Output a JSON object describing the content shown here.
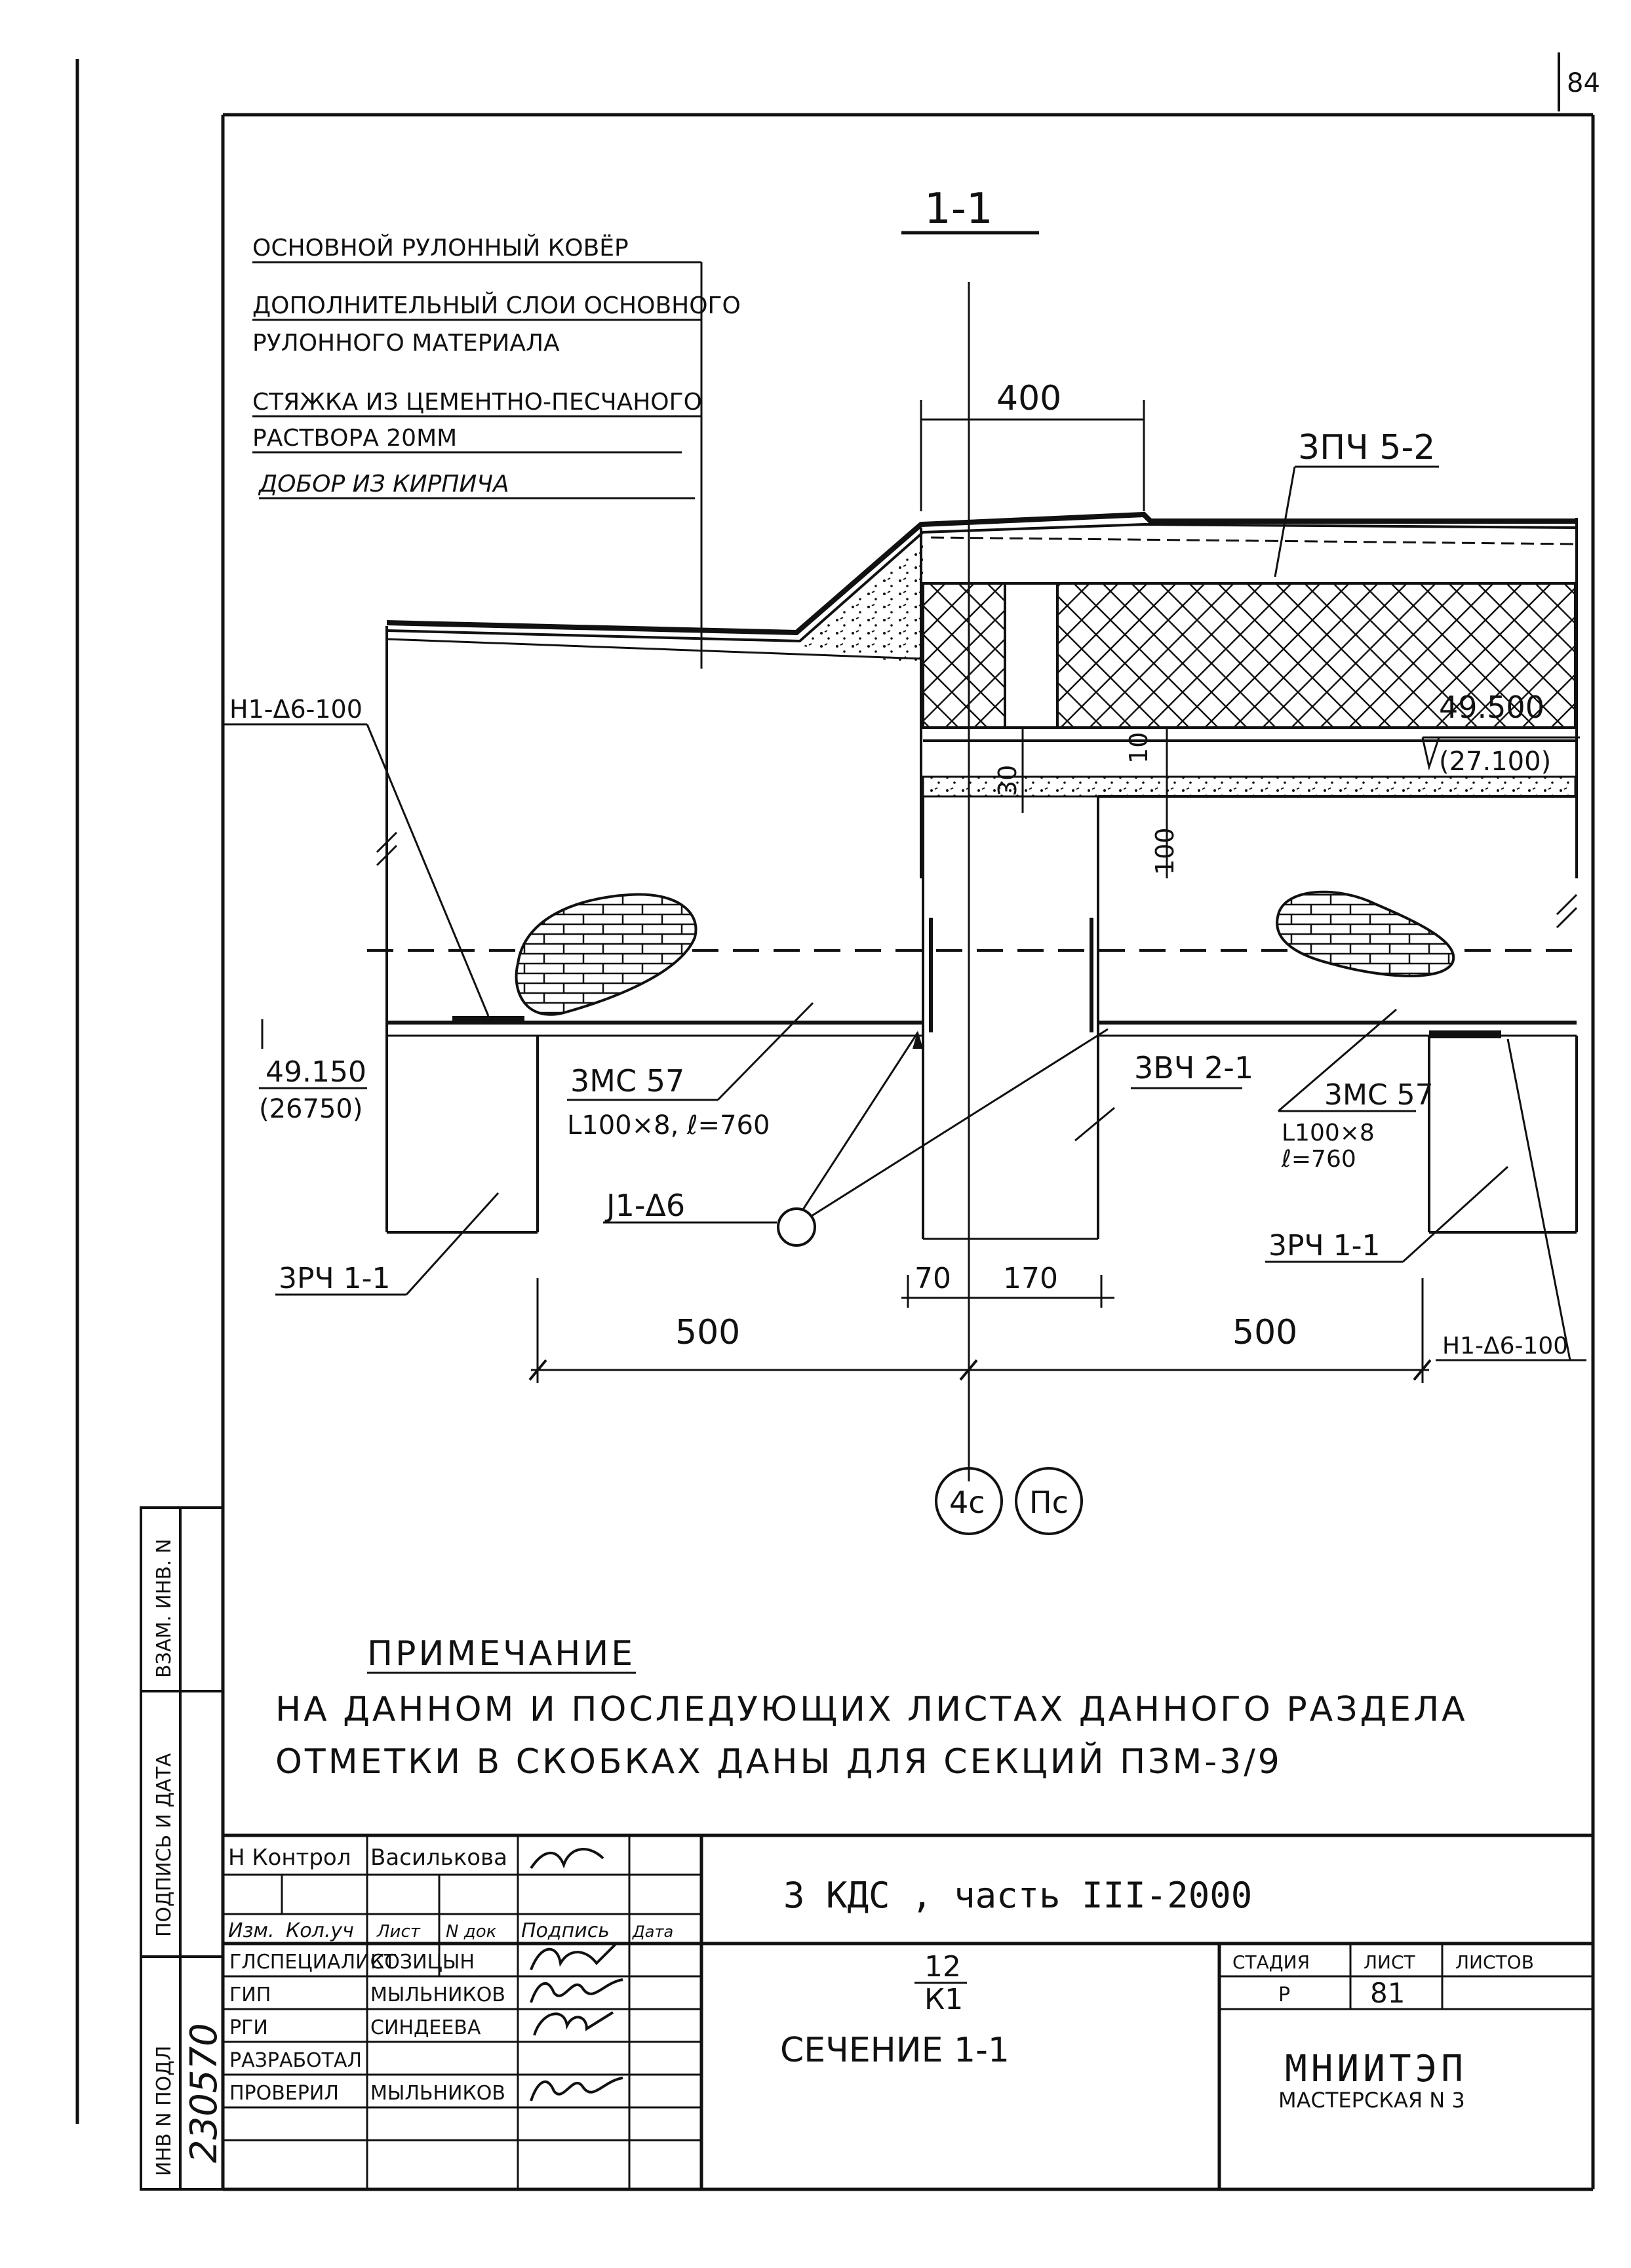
{
  "page_number": "84",
  "section_mark": "1-1",
  "layers": [
    "ОСНОВНОЙ РУЛОННЫЙ КОВЁР",
    "ДОПОЛНИТЕЛЬНЫЙ СЛОИ ОСНОВНОГО",
    "РУЛОННОГО МАТЕРИАЛА",
    "СТЯЖКА ИЗ ЦЕМЕНТНО-ПЕСЧАНОГО",
    "РАСТВОРА 20ММ",
    "ДОБОР ИЗ КИРПИЧА"
  ],
  "dimensions": {
    "d400": "400",
    "d30": "30",
    "d10": "10",
    "d100": "100",
    "d70": "70",
    "d170": "170",
    "d500_left": "500",
    "d500_right": "500"
  },
  "elevations": {
    "right_main": "49.500",
    "right_alt": "(27.100)",
    "left_main": "49.150",
    "left_alt": "(26750)"
  },
  "callouts": {
    "panel": "3ПЧ 5-2",
    "h1_left": "Н1-Δ6-100",
    "h1_right": "Н1-Δ6-100",
    "mc57_left": "3МС 57",
    "mc57_left_spec": "L100×8, ℓ=760",
    "mc57_right": "3МС 57",
    "mc57_right_spec1": "L100×8",
    "mc57_right_spec2": "ℓ=760",
    "j1": "Ј1-Δ6",
    "bch": "3ВЧ 2-1",
    "rch_left": "3РЧ 1-1",
    "rch_right": "3РЧ 1-1"
  },
  "axes": [
    "4с",
    "Пс"
  ],
  "note": {
    "title": "ПРИМЕЧАНИЕ",
    "line1": "НА ДАННОМ И ПОСЛЕДУЮЩИХ ЛИСТАХ ДАННОГО РАЗДЕЛА",
    "line2": "ОТМЕТКИ В СКОБКАХ ДАНЫ ДЛЯ СЕКЦИЙ ПЗМ-3/9"
  },
  "side_stamp": {
    "vzam": "ВЗАМ. ИНВ. N",
    "podpis": "ПОДПИСЬ И ДАТА",
    "inv": "ИНВ N ПОДЛ",
    "inv_value": "230570"
  },
  "title_block": {
    "nkontrol": "Н Контрол",
    "nkontrol_name": "Васильковa",
    "h_izm": "Изм.",
    "h_koluch": "Кол.уч",
    "h_list": "Лист",
    "h_ndok": "N док",
    "h_podpis": "Подпись",
    "h_data": "Дата",
    "roles": [
      {
        "role": "ГЛСПЕЦИАЛИСТ",
        "name": "КОЗИЦЫН"
      },
      {
        "role": "ГИП",
        "name": "МЫЛЬНИКОВ"
      },
      {
        "role": "РГИ",
        "name": "СИНДЕЕВА"
      },
      {
        "role": "РАЗРАБОТАЛ",
        "name": ""
      },
      {
        "role": "ПРОВЕРИЛ",
        "name": "МЫЛЬНИКОВ"
      }
    ],
    "project": "3 КДС , часть III-2000",
    "code_num": "12",
    "code_den": "К1",
    "sheet_title": "СЕЧЕНИЕ 1-1",
    "stage_label": "СТАДИЯ",
    "sheet_label": "ЛИСТ",
    "sheets_label": "ЛИСТОВ",
    "stage_value": "Р",
    "sheet_value": "81",
    "org": "МНИИТЭП",
    "workshop": "МАСТЕРСКАЯ N 3"
  }
}
